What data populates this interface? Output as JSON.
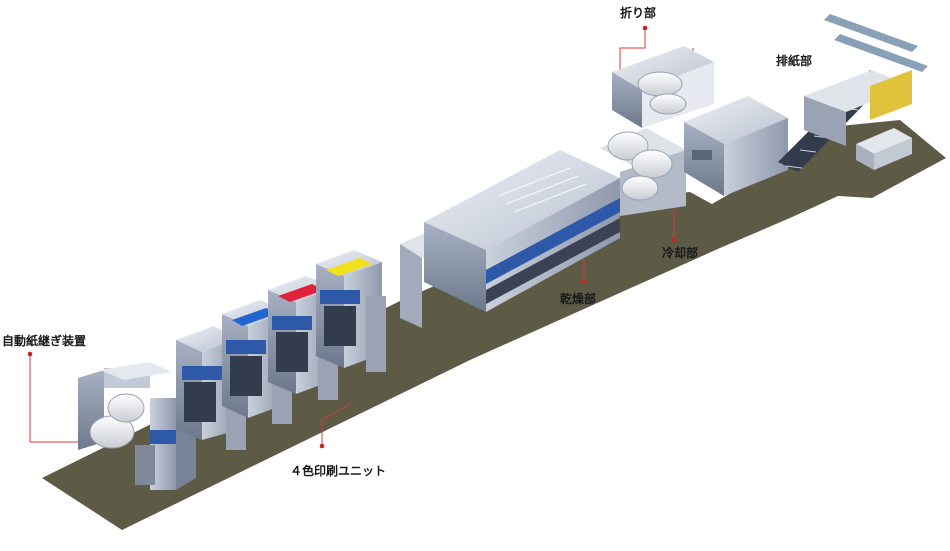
{
  "diagram": {
    "labels": {
      "folding": "折り部",
      "delivery": "排紙部",
      "cooling": "冷却部",
      "drying": "乾燥部",
      "splicer": "自動紙継ぎ装置",
      "printing": "４色印刷ユニット"
    },
    "ink_colors": [
      "#2266d4",
      "#e0233a",
      "#f2e11a"
    ]
  }
}
